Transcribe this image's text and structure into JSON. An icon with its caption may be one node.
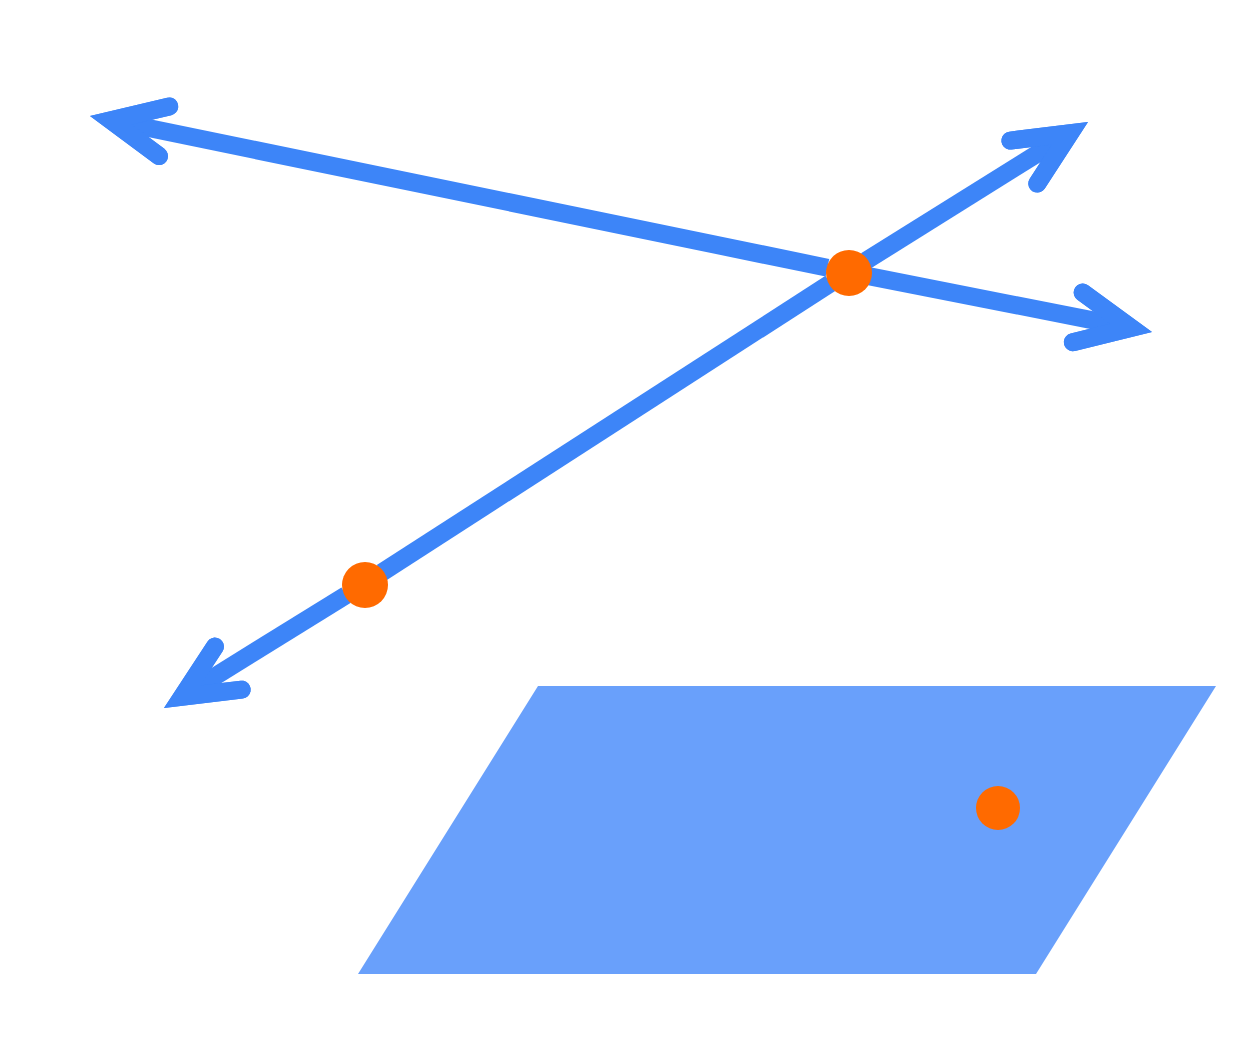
{
  "diagram": {
    "nodes": [
      {
        "text": [],
        "shape": "circle"
      },
      {
        "text": [],
        "shape": "circle"
      },
      {
        "text": [],
        "shape": "parallelogram"
      },
      {
        "text": [],
        "shape": "circle",
        "in": 2
      }
    ],
    "edges": [
      {
        "from": 0,
        "to": null,
        "arrow": "to"
      },
      {
        "from": 0,
        "to": null,
        "arrow": "to"
      },
      {
        "from": 0,
        "to": null,
        "arrow": "to"
      },
      {
        "from": 0,
        "to": 1,
        "arrow": "none"
      },
      {
        "from": 1,
        "to": null,
        "arrow": "to"
      }
    ]
  }
}
